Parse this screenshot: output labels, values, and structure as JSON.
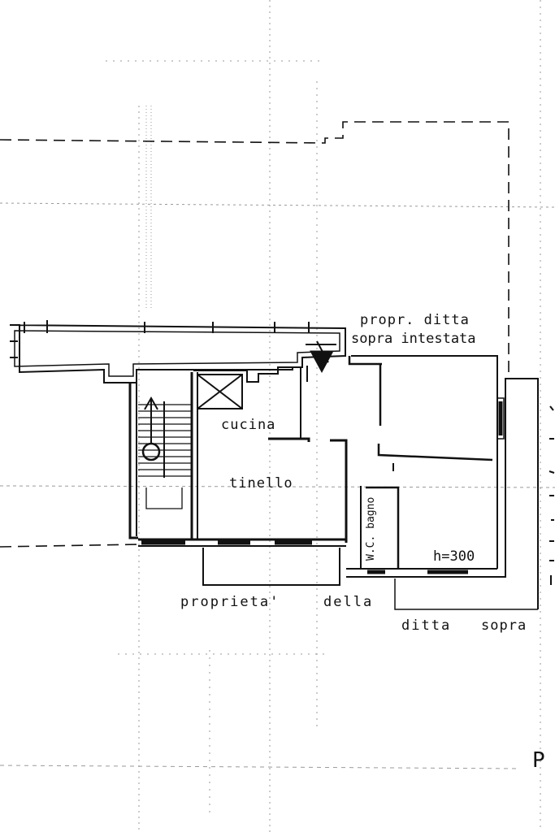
{
  "labels": {
    "cucina": "cucina",
    "tinello": "tinello",
    "wc_bagno": "W.C. bagno",
    "height": "h=300",
    "propr_ditta": "propr. ditta",
    "sopra_intestata": "sopra intestata",
    "proprieta": "proprieta'",
    "della": "della",
    "ditta": "ditta",
    "sopra": "sopra",
    "corner": "P"
  },
  "colors": {
    "ink": "#111111",
    "grid": "#9a9a9a",
    "paper": "#ffffff"
  }
}
